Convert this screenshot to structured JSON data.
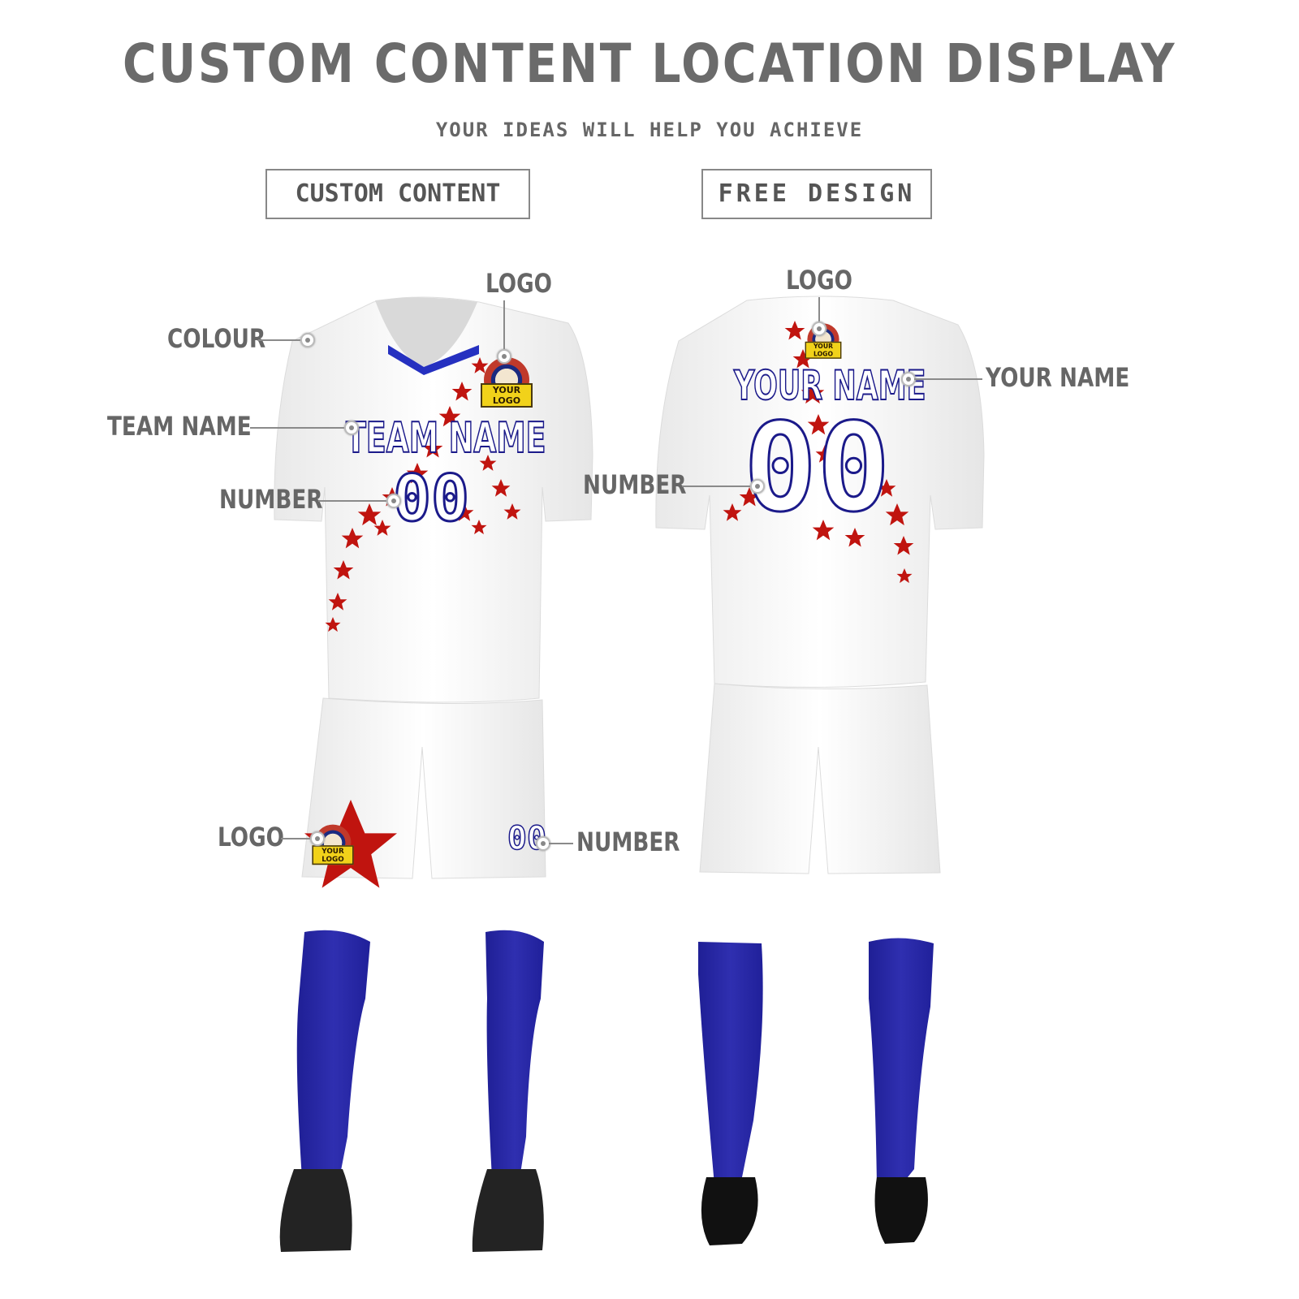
{
  "header": {
    "title": "CUSTOM CONTENT LOCATION DISPLAY",
    "subtitle": "YOUR IDEAS WILL HELP YOU ACHIEVE"
  },
  "sections": {
    "front": {
      "label": "CUSTOM CONTENT"
    },
    "back": {
      "label": "FREE DESIGN"
    }
  },
  "front_callouts": {
    "colour": "COLOUR",
    "logo": "LOGO",
    "team_name": "TEAM NAME",
    "number": "NUMBER",
    "shorts_logo": "LOGO",
    "shorts_number": "NUMBER"
  },
  "back_callouts": {
    "logo": "LOGO",
    "your_name": "YOUR NAME",
    "number": "NUMBER"
  },
  "jersey_front": {
    "team_name_text": "TEAM NAME",
    "number_text": "00",
    "logo_text": "YOUR LOGO",
    "shorts_number_text": "00"
  },
  "jersey_back": {
    "name_text": "YOUR NAME",
    "number_text": "00",
    "logo_text": "YOUR LOGO"
  },
  "colors": {
    "label_gray": "#6b6b6b",
    "jersey": "#ffffff",
    "star_red": "#c0140f",
    "trim_blue": "#1b1a8a",
    "sock_blue": "#2626a6",
    "boot_black": "#1f1f1f"
  }
}
